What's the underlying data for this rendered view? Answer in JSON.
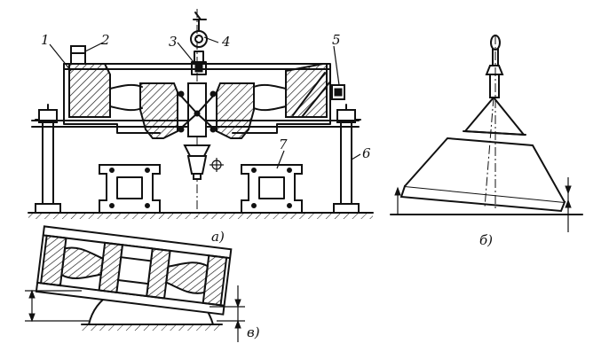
{
  "figure": {
    "part_labels": [
      "1",
      "2",
      "3",
      "4",
      "5",
      "6",
      "7"
    ],
    "captions": {
      "a": "а)",
      "b": "б)",
      "c": "в)"
    }
  }
}
